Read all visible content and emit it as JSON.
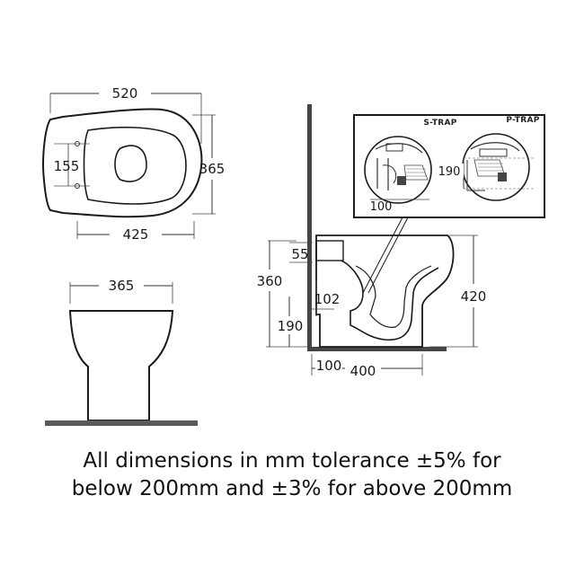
{
  "top_view": {
    "overall_width": "520",
    "depth": "365",
    "inner_width": "425",
    "seat_hole_spacing": "155"
  },
  "front_view": {
    "width": "365"
  },
  "side_view": {
    "overall_height": "420",
    "rim_height": "360",
    "inlet_offset": "55",
    "outlet_height": "102",
    "s_trap_height": "190",
    "wall_gap": "100",
    "projection": "400"
  },
  "detail": {
    "s_trap_label": "S-TRAP",
    "p_trap_label": "P-TRAP",
    "p_trap_height": "190",
    "s_trap_offset": "100"
  },
  "note": {
    "line1": "All dimensions in mm tolerance ±5% for",
    "line2": "below 200mm and ±3% for above 200mm"
  }
}
